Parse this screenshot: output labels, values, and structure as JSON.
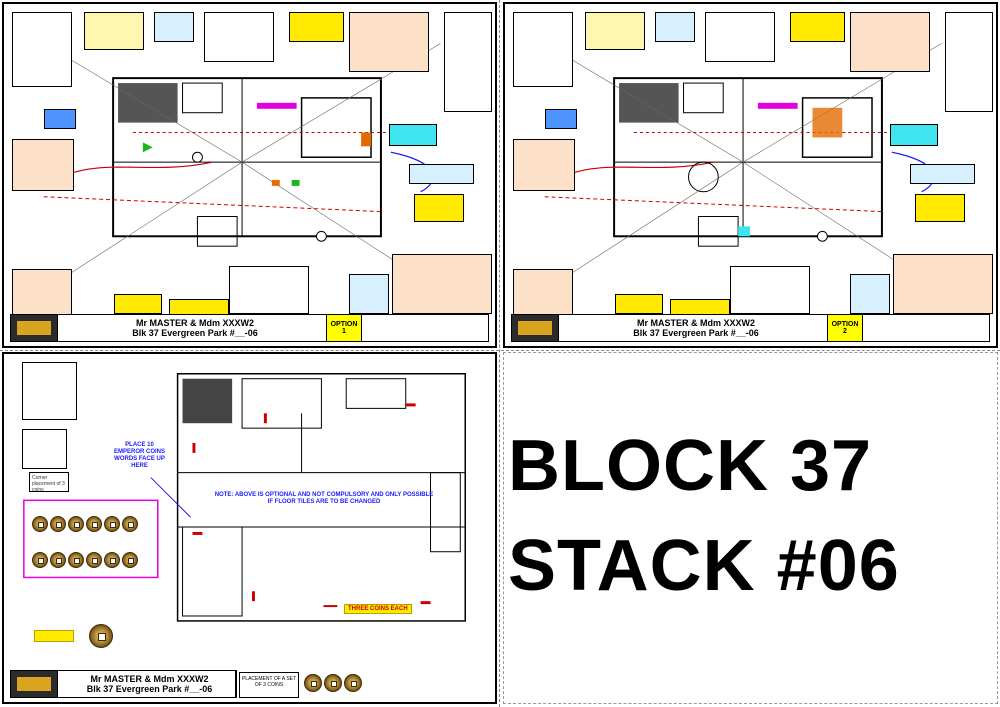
{
  "plans": [
    {
      "client": "Mr MASTER & Mdm XXXW2",
      "address": "Blk 37 Evergreen Park #__-06",
      "option_label": "OPTION",
      "option_num": "1"
    },
    {
      "client": "Mr MASTER & Mdm XXXW2",
      "address": "Blk 37 Evergreen Park #__-06",
      "option_label": "OPTION",
      "option_num": "2"
    },
    {
      "client": "Mr MASTER & Mdm XXXW2",
      "address": "Blk 37 Evergreen Park #__-06"
    }
  ],
  "coin_sheet": {
    "place_note": "PLACE 10 EMPEROR COINS WORDS FACE UP HERE",
    "optional_note": "NOTE: ABOVE IS OPTIONAL AND NOT COMPULSORY AND ONLY POSSIBLE IF FLOOR TILES ARE TO BE CHANGED",
    "three_coins": "THREE COINS EACH",
    "corner_note": "Corner placement of 3 coins",
    "placement_note": "PLACEMENT OF A SET OF 3 COINS"
  },
  "headline": {
    "line1": "BLOCK 37",
    "line2": "STACK #06"
  },
  "colors": {
    "accent_yellow": "#ffea00",
    "accent_red": "#cc0000",
    "accent_blue": "#1a1aff"
  }
}
